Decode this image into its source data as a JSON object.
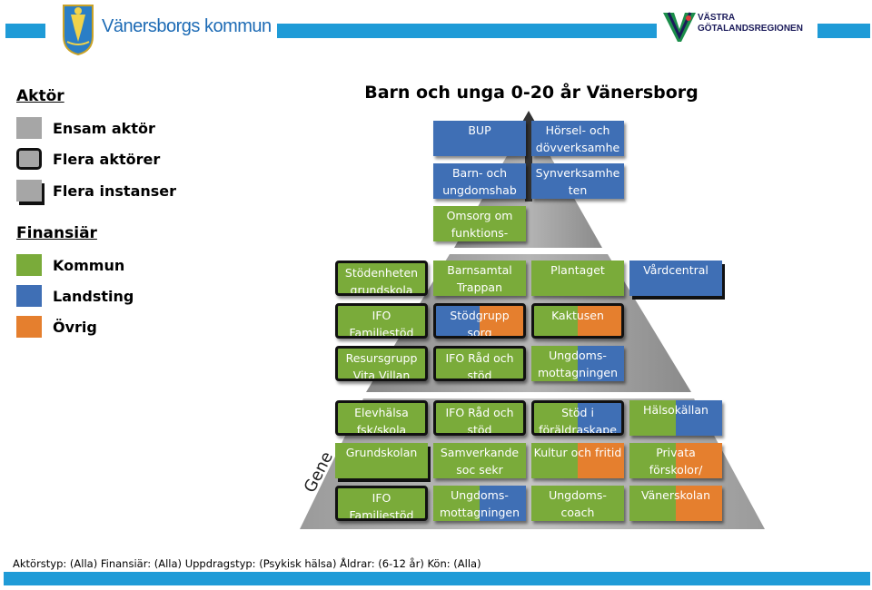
{
  "header": {
    "municipality_name": "Vänersborgs kommun",
    "region_name_line1": "VÄSTRA",
    "region_name_line2": "GÖTALANDSREGIONEN",
    "band_color": "#1f9bd7"
  },
  "legend": {
    "actor_heading": "Aktör",
    "actor_items": [
      {
        "label": "Ensam aktör",
        "style": "single"
      },
      {
        "label": "Flera aktörer",
        "style": "multi"
      },
      {
        "label": "Flera instanser",
        "style": "instance"
      }
    ],
    "financier_heading": "Finansiär",
    "financier_items": [
      {
        "label": "Kommun",
        "color": "#7aab3a"
      },
      {
        "label": "Landsting",
        "color": "#3f6fb5"
      },
      {
        "label": "Övrig",
        "color": "#e57f2e"
      }
    ]
  },
  "diagram": {
    "title": "Barn och unga 0-20 år Vänersborg",
    "colors": {
      "kommun": "#7aab3a",
      "landsting": "#3f6fb5",
      "ovrig": "#e57f2e"
    },
    "boxes": [
      {
        "text": "BUP",
        "fill": "landsting",
        "style": "single"
      },
      {
        "text": "Hörsel- och dövverksamhe",
        "fill": "landsting",
        "style": "single"
      },
      {
        "text": "Barn- och ungdomshab",
        "fill": "landsting",
        "style": "single"
      },
      {
        "text": "Synverksamhe ten",
        "fill": "landsting",
        "style": "single"
      },
      {
        "text": "Omsorg om funktions-",
        "fill": "kommun",
        "style": "single"
      },
      {
        "text": "Stödenheten grundskola",
        "fill": "kommun",
        "style": "multi"
      },
      {
        "text": "Barnsamtal Trappan",
        "fill": "kommun",
        "style": "single"
      },
      {
        "text": "Plantaget",
        "fill": "kommun",
        "style": "single"
      },
      {
        "text": "Vårdcentral",
        "fill": "landsting",
        "style": "instance"
      },
      {
        "text": "IFO Familjestöd",
        "fill": "kommun",
        "style": "multi"
      },
      {
        "text": "Stödgrupp sorg",
        "fill": "landsting",
        "split": "ovrig",
        "style": "multi"
      },
      {
        "text": "Kaktusen",
        "fill": "kommun",
        "split": "ovrig",
        "style": "multi"
      },
      {
        "text": "Resursgrupp Vita Villan",
        "fill": "kommun",
        "style": "multi"
      },
      {
        "text": "IFO Råd och stöd",
        "fill": "kommun",
        "style": "multi"
      },
      {
        "text": "Ungdoms-mottagningen",
        "fill": "kommun",
        "split": "landsting",
        "style": "single"
      },
      {
        "text": "Elevhälsa fsk/skola",
        "fill": "kommun",
        "style": "multi"
      },
      {
        "text": "IFO Råd och stöd",
        "fill": "kommun",
        "style": "multi"
      },
      {
        "text": "Stöd i föräldraskape",
        "fill": "kommun",
        "split": "landsting",
        "style": "multi"
      },
      {
        "text": "Hälsokällan",
        "fill": "kommun",
        "split": "landsting",
        "style": "single"
      },
      {
        "text": "Grundskolan",
        "fill": "kommun",
        "style": "instance"
      },
      {
        "text": "Samverkande soc sekr",
        "fill": "kommun",
        "style": "single"
      },
      {
        "text": "Kultur och fritid",
        "fill": "kommun",
        "split": "ovrig",
        "style": "single"
      },
      {
        "text": "Privata förskolor/",
        "fill": "kommun",
        "split": "ovrig",
        "style": "single"
      },
      {
        "text": "IFO Familjestöd",
        "fill": "kommun",
        "style": "multi"
      },
      {
        "text": "Ungdoms-mottagningen",
        "fill": "kommun",
        "split": "landsting",
        "style": "single"
      },
      {
        "text": "Ungdoms-coach",
        "fill": "kommun",
        "style": "single"
      },
      {
        "text": "Vänerskolan",
        "fill": "kommun",
        "split": "ovrig",
        "style": "single"
      }
    ]
  },
  "footer": {
    "filter_text": "Aktörstyp: (Alla)  Finansiär: (Alla)  Uppdragstyp: (Psykisk hälsa)  Åldrar: (6-12 år)  Kön: (Alla)"
  }
}
